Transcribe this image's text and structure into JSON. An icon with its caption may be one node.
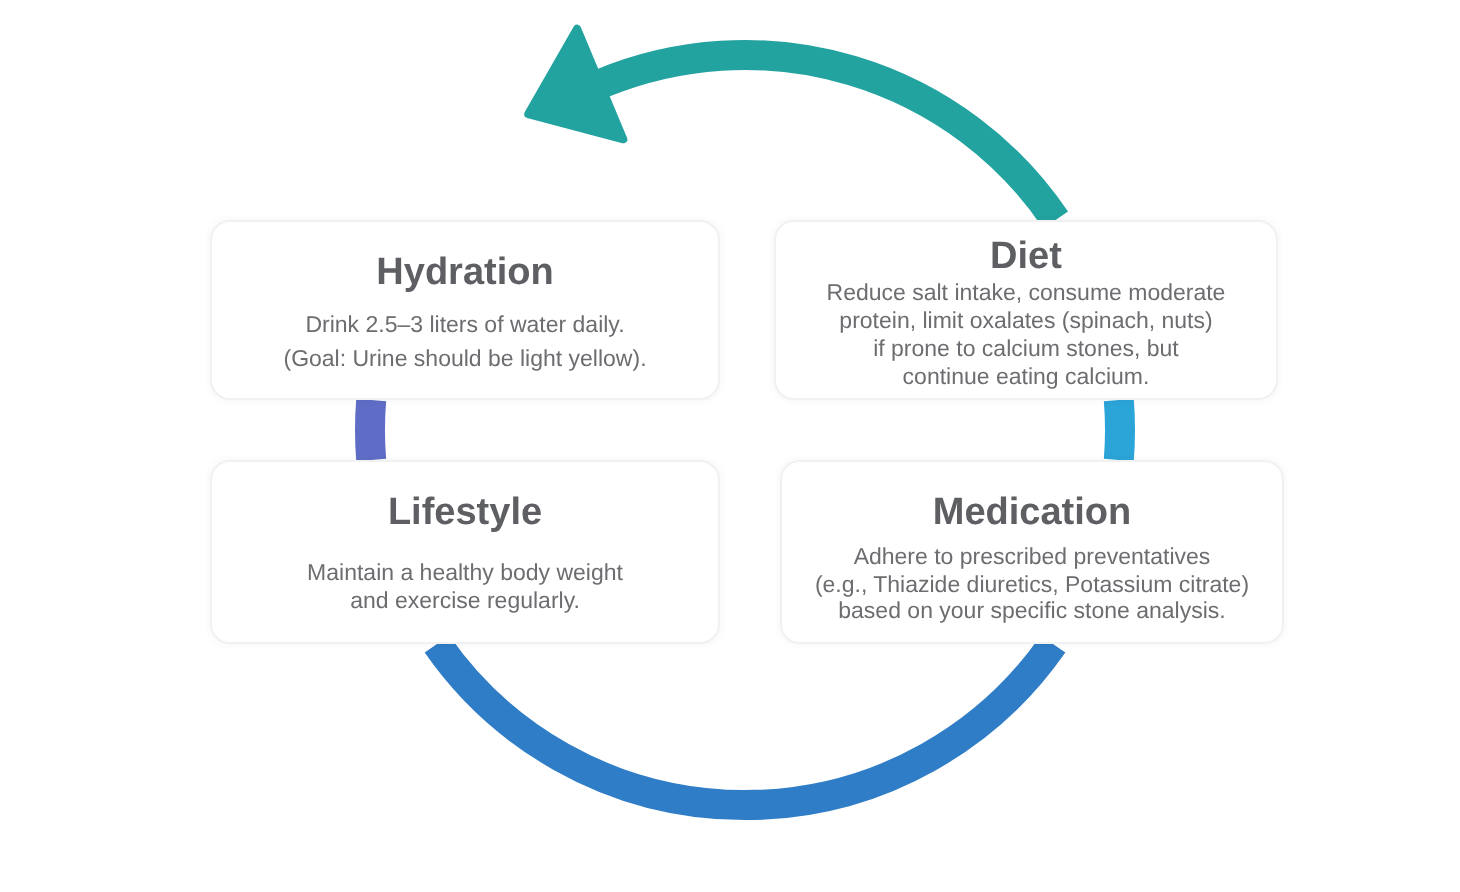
{
  "diagram": {
    "nodes": [
      {
        "text": [
          "Hydration",
          "Drink 2.5–3 liters of water daily. (Goal: Urine should be light yellow)."
        ]
      },
      {
        "text": [
          "Diet",
          "Reduce salt intake, consume moderate protein, limit oxalates (spinach, nuts) if prone to calcium stones, but continue eating calcium."
        ]
      },
      {
        "text": [
          "Lifestyle",
          "Maintain a healthy body weight and exercise regularly."
        ]
      },
      {
        "text": [
          "Medication",
          "Adhere to prescribed preventatives (e.g., Thiazide diuretics, Potassium citrate) based on your specific stone analysis."
        ]
      }
    ],
    "edges": [
      {
        "from": 1,
        "to": null,
        "arrow": "to",
        "color": "#22a3a0"
      },
      {
        "from": 0,
        "to": 2,
        "arrow": "none",
        "color": "#5f6dc6"
      },
      {
        "from": 2,
        "to": 3,
        "arrow": "none",
        "color": "#2f7dc6"
      },
      {
        "from": 3,
        "to": 1,
        "arrow": "none",
        "color": "#2ba4d8"
      }
    ]
  }
}
